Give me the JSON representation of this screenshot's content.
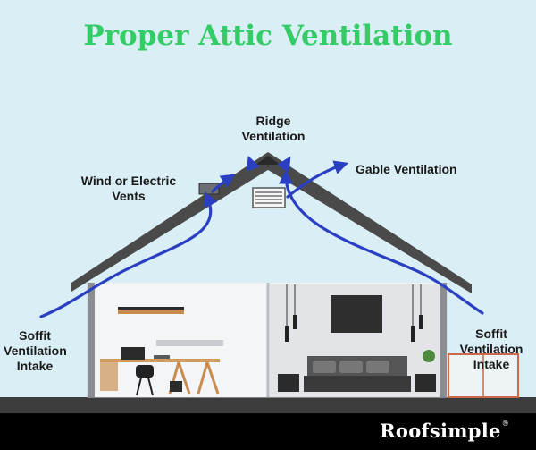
{
  "title": "Proper Attic Ventilation",
  "labels": {
    "ridge": "Ridge Ventilation",
    "wind": "Wind or Electric Vents",
    "gable": "Gable Ventilation",
    "soffit_left": "Soffit Ventilation Intake",
    "soffit_right": "Soffit Ventilation Intake"
  },
  "brand": {
    "name": "Roofsimple",
    "mark": "®"
  },
  "colors": {
    "background": "#daeef5",
    "title": "#33cc66",
    "roof": "#4a4a4a",
    "airflow": "#2a3fc2",
    "ground": "#3c3c3c",
    "footer": "#000000"
  }
}
